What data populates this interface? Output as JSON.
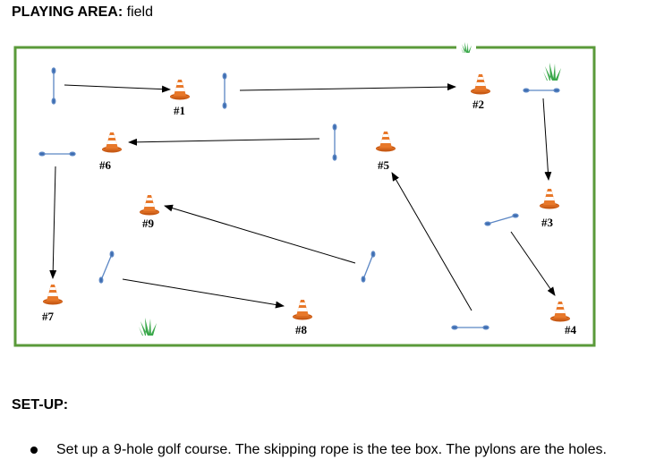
{
  "header": {
    "label": "PLAYING AREA:",
    "value": "field"
  },
  "holes": [
    {
      "id": "1",
      "label": "#1"
    },
    {
      "id": "2",
      "label": "#2"
    },
    {
      "id": "3",
      "label": "#3"
    },
    {
      "id": "4",
      "label": "#4"
    },
    {
      "id": "5",
      "label": "#5"
    },
    {
      "id": "6",
      "label": "#6"
    },
    {
      "id": "7",
      "label": "#7"
    },
    {
      "id": "8",
      "label": "#8"
    },
    {
      "id": "9",
      "label": "#9"
    }
  ],
  "setup": {
    "title": "SET-UP:",
    "bullets": [
      "Set up a 9-hole golf course. The skipping rope is the tee box. The pylons are the holes."
    ]
  },
  "colors": {
    "field_border": "#5a9a3a",
    "rope": "#5b86c4",
    "cone": "#e0701f",
    "grass": "#3aa84a"
  }
}
